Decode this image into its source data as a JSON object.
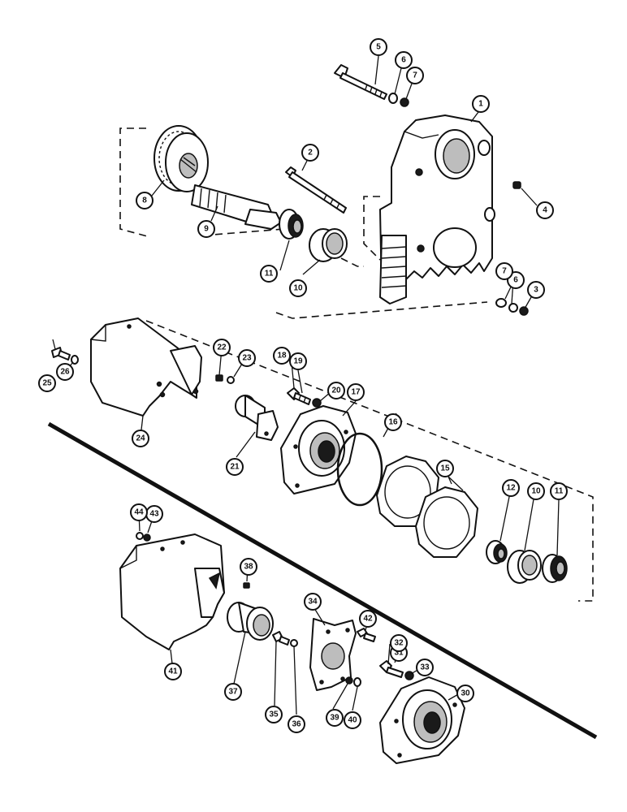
{
  "callouts": [
    {
      "id": "1",
      "label": "1"
    },
    {
      "id": "2",
      "label": "2"
    },
    {
      "id": "3",
      "label": "3"
    },
    {
      "id": "4",
      "label": "4"
    },
    {
      "id": "5",
      "label": "5"
    },
    {
      "id": "6a",
      "label": "6"
    },
    {
      "id": "6b",
      "label": "6"
    },
    {
      "id": "7a",
      "label": "7"
    },
    {
      "id": "7b",
      "label": "7"
    },
    {
      "id": "8",
      "label": "8"
    },
    {
      "id": "9",
      "label": "9"
    },
    {
      "id": "10a",
      "label": "10"
    },
    {
      "id": "10b",
      "label": "10"
    },
    {
      "id": "11a",
      "label": "11"
    },
    {
      "id": "11b",
      "label": "11"
    },
    {
      "id": "12",
      "label": "12"
    },
    {
      "id": "15",
      "label": "15"
    },
    {
      "id": "16",
      "label": "16"
    },
    {
      "id": "17",
      "label": "17"
    },
    {
      "id": "18",
      "label": "18"
    },
    {
      "id": "19",
      "label": "19"
    },
    {
      "id": "20",
      "label": "20"
    },
    {
      "id": "21",
      "label": "21"
    },
    {
      "id": "22",
      "label": "22"
    },
    {
      "id": "23",
      "label": "23"
    },
    {
      "id": "24",
      "label": "24"
    },
    {
      "id": "25",
      "label": "25"
    },
    {
      "id": "26",
      "label": "26"
    },
    {
      "id": "30",
      "label": "30"
    },
    {
      "id": "31",
      "label": "31"
    },
    {
      "id": "32",
      "label": "32"
    },
    {
      "id": "33",
      "label": "33"
    },
    {
      "id": "34",
      "label": "34"
    },
    {
      "id": "35",
      "label": "35"
    },
    {
      "id": "36",
      "label": "36"
    },
    {
      "id": "37",
      "label": "37"
    },
    {
      "id": "38",
      "label": "38"
    },
    {
      "id": "39",
      "label": "39"
    },
    {
      "id": "40",
      "label": "40"
    },
    {
      "id": "41",
      "label": "41"
    },
    {
      "id": "42",
      "label": "42"
    },
    {
      "id": "43",
      "label": "43"
    },
    {
      "id": "44",
      "label": "44"
    }
  ]
}
